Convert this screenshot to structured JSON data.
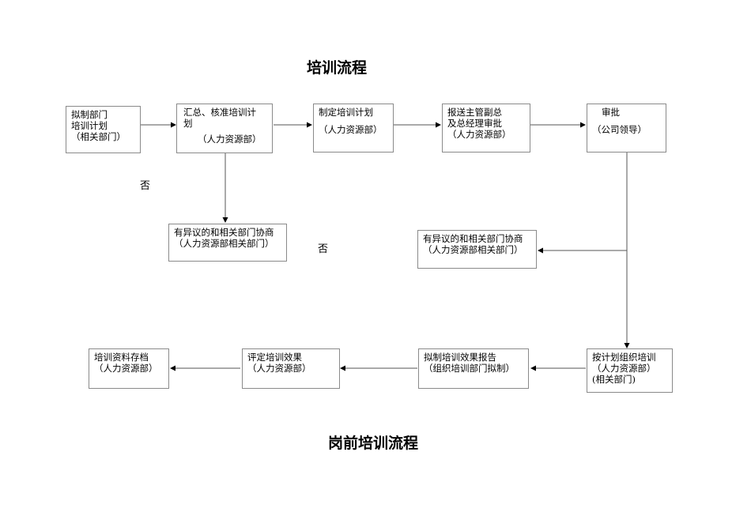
{
  "title": "培训流程",
  "subtitle": "岗前培训流程",
  "steps": {
    "draft_plan_dept": [
      "拟制部门",
      "培训计划",
      "（相关部门）"
    ],
    "summarize_plan": [
      "汇总、核准培训计",
      "划",
      "",
      "（人力资源部）"
    ],
    "make_plan": [
      "制定培训计划",
      "",
      "（人力资源部）"
    ],
    "submit_approval": [
      "报送主管副总",
      "及总经理审批",
      "（人力资源部）"
    ],
    "approve": [
      "审批",
      "",
      "（公司领导）"
    ],
    "dispute_left": [
      "有异议的和相关部门协商",
      "（人力资源部相关部门）"
    ],
    "dispute_right": [
      "有异议的和相关部门协商",
      "（人力资源部相关部门）"
    ],
    "organize_training": [
      "按计划组织培训",
      "（人力资源部）",
      "(相关部门)"
    ],
    "effect_report": [
      "拟制培训效果报告",
      "（组织培训部门拟制）"
    ],
    "evaluate": [
      "评定培训效果",
      "（人力资源部）"
    ],
    "archive": [
      "培训资料存档",
      "（人力资源部）"
    ]
  },
  "labels": {
    "no_left": "否",
    "no_right": "否"
  }
}
